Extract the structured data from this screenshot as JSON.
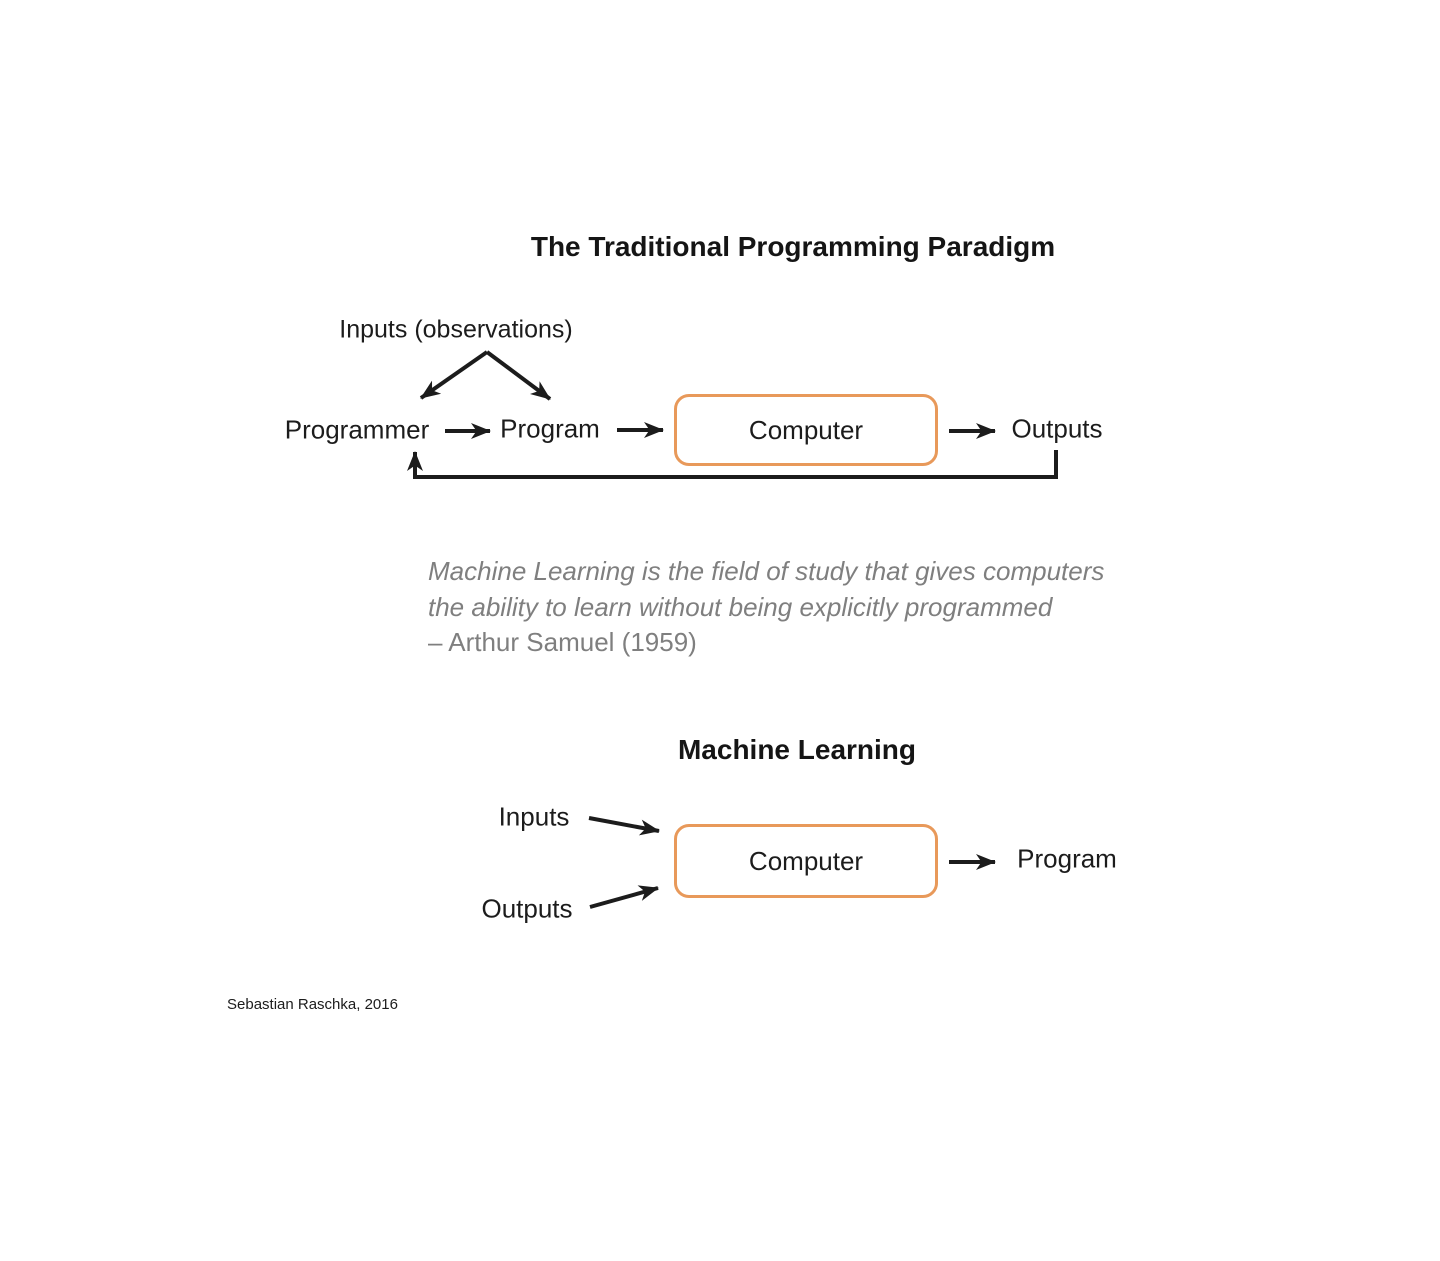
{
  "colors": {
    "background": "#ffffff",
    "accent_orange": "#e8995a",
    "text_black": "#1c1c1c",
    "quote_gray": "#7f7f7f"
  },
  "traditional_diagram": {
    "title": "The Traditional Programming Paradigm",
    "inputs_label": "Inputs (observations)",
    "programmer_label": "Programmer",
    "program_label": "Program",
    "computer_label": "Computer",
    "outputs_label": "Outputs"
  },
  "quote": {
    "line1": "Machine Learning is the field of study that gives computers",
    "line2": "the ability to learn without being explicitly programmed",
    "attribution": "– Arthur Samuel (1959)"
  },
  "ml_diagram": {
    "title": "Machine Learning",
    "inputs_label": "Inputs",
    "outputs_label": "Outputs",
    "computer_label": "Computer",
    "program_label": "Program"
  },
  "footer": {
    "credit": "Sebastian Raschka, 2016"
  }
}
